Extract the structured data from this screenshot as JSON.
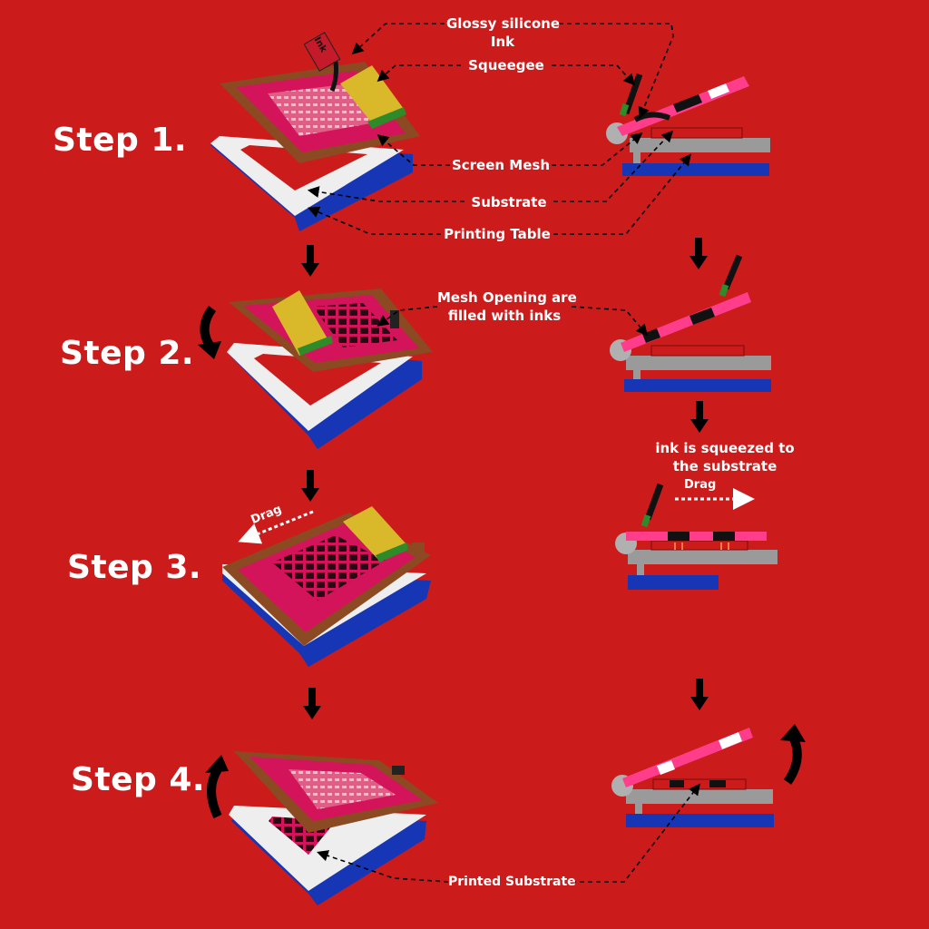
{
  "steps": {
    "s1": "Step 1.",
    "s2": "Step 2.",
    "s3": "Step 3.",
    "s4": "Step 4."
  },
  "labels": {
    "ink_line1": "Glossy silicone",
    "ink_line2": "Ink",
    "squeegee": "Squeegee",
    "screen_mesh": "Screen Mesh",
    "substrate": "Substrate",
    "printing_table": "Printing Table",
    "mesh_opening_line1": "Mesh Opening are",
    "mesh_opening_line2": "filled with inks",
    "squeezed_line1": "ink is squeezed to",
    "squeezed_line2": "the substrate",
    "printed_substrate": "Printed Substrate",
    "drag_left": "Drag",
    "drag_right": "Drag",
    "can_text": "Ink"
  },
  "colors": {
    "background": "#cb1b1b",
    "frame": "#8b4a22",
    "mesh": "#d4145a",
    "table_blue": "#1636b5",
    "table_white": "#eeeeee",
    "grey": "#9a9a9a",
    "squeegee_yellow": "#d9b92a",
    "squeegee_green": "#2f8a2a"
  }
}
